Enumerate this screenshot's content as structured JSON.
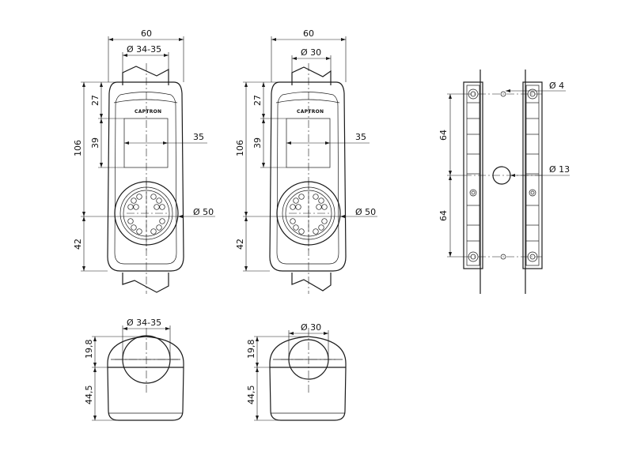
{
  "drawing": {
    "front_view_a": {
      "width": "60",
      "tube_diameter": "Ø 34-35",
      "height_total": "106",
      "height_top": "27",
      "height_window": "39",
      "window_width": "35",
      "knob_diameter": "Ø 50",
      "bottom_height": "42",
      "logo": "CAPTRON"
    },
    "front_view_b": {
      "width": "60",
      "tube_diameter": "Ø 30",
      "height_total": "106",
      "height_top": "27",
      "height_window": "39",
      "window_width": "35",
      "knob_diameter": "Ø 50",
      "bottom_height": "42",
      "logo": "CAPTRON"
    },
    "side_view": {
      "hole_small": "Ø 4",
      "hole_large": "Ø 13",
      "pitch_top": "64",
      "pitch_bottom": "64"
    },
    "top_view_a": {
      "tube_diameter": "Ø 34-35",
      "upper_height": "19,8",
      "lower_height": "44,5"
    },
    "top_view_b": {
      "tube_diameter": "Ø 30",
      "upper_height": "19,8",
      "lower_height": "44,5"
    }
  }
}
